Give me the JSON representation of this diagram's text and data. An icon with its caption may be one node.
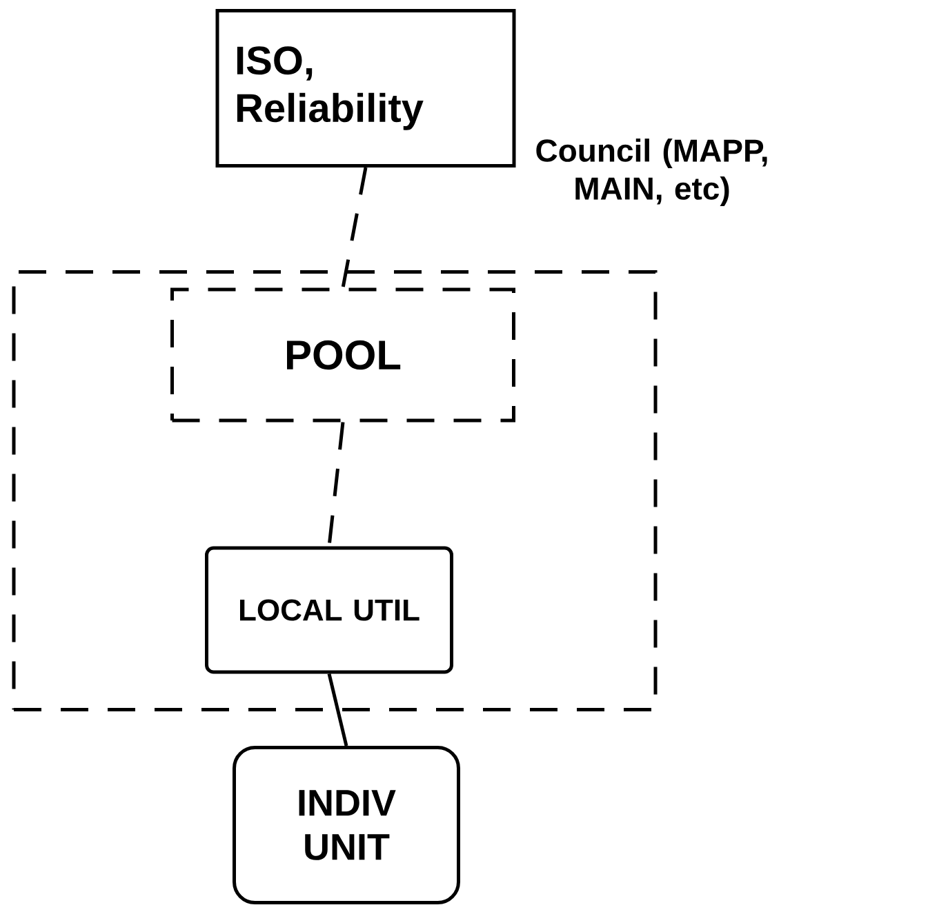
{
  "diagram": {
    "nodes": [
      {
        "text": [
          "ISO, Reliability"
        ],
        "beside": [
          "Council (MAPP, MAIN, etc)"
        ]
      },
      {
        "text": [],
        "shape": "box"
      },
      {
        "text": [
          "POOL"
        ],
        "in": 1
      },
      {
        "text": [
          "LOCAL UTIL"
        ],
        "in": 1
      },
      {
        "text": [
          "INDIV UNIT"
        ]
      }
    ],
    "edges": [
      {
        "from": 0,
        "to": 2,
        "arrow": "none",
        "style": "dashed"
      },
      {
        "from": 2,
        "to": 3,
        "arrow": "none",
        "style": "dashed"
      },
      {
        "from": 3,
        "to": 4,
        "arrow": "none"
      }
    ]
  }
}
